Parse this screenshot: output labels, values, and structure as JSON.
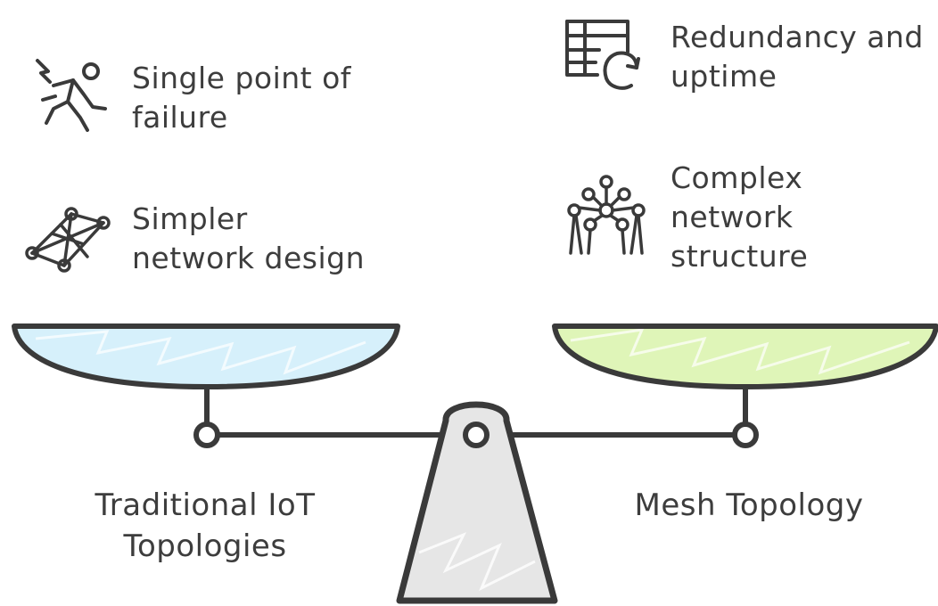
{
  "diagram": {
    "left_side": {
      "label": "Traditional IoT\nTopologies",
      "pan_color": "#d6f0fb",
      "points": [
        {
          "text": "Single point of\nfailure",
          "icon": "falling-person-icon"
        },
        {
          "text": "Simpler\nnetwork design",
          "icon": "network-graph-icon"
        }
      ]
    },
    "right_side": {
      "label": "Mesh Topology",
      "pan_color": "#dff5b8",
      "points": [
        {
          "text": "Redundancy and\nuptime",
          "icon": "table-refresh-icon"
        },
        {
          "text": "Complex\nnetwork\nstructure",
          "icon": "molecule-structure-icon"
        }
      ]
    },
    "stroke_color": "#3a3a3a",
    "fulcrum_color": "#e6e6e6"
  }
}
